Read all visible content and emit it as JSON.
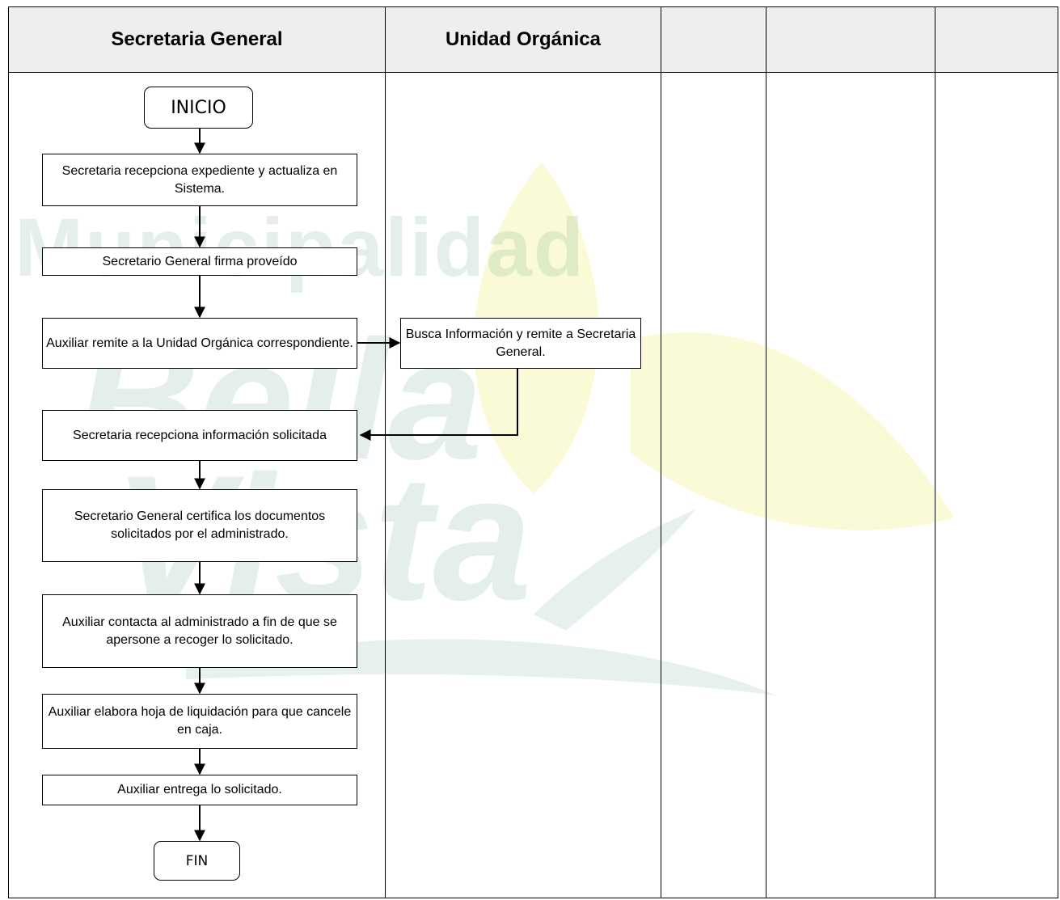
{
  "watermark": {
    "line1": "Municipalidad",
    "line2": "Bella",
    "line3": "Vista"
  },
  "lanes": [
    {
      "title": "Secretaria General"
    },
    {
      "title": "Unidad Orgánica"
    },
    {
      "title": ""
    },
    {
      "title": ""
    },
    {
      "title": ""
    }
  ],
  "flow": {
    "start": "INICIO",
    "steps": [
      "Secretaria recepciona expediente y actualiza en Sistema.",
      "Secretario General firma proveído",
      "Auxiliar remite a la Unidad Orgánica correspondiente.",
      "Busca Información y remite a Secretaria General.",
      "Secretaria recepciona información solicitada",
      "Secretario General certifica los documentos solicitados por el administrado.",
      "Auxiliar contacta al administrado a fin de que se apersone a recoger lo solicitado.",
      "Auxiliar elabora hoja de liquidación para que cancele en caja.",
      "Auxiliar entrega lo solicitado."
    ],
    "end": "FIN"
  },
  "colors": {
    "header_fill": "#eeeeee",
    "watermark_green": "#2e8b57",
    "watermark_yellow": "#f3f08a"
  }
}
